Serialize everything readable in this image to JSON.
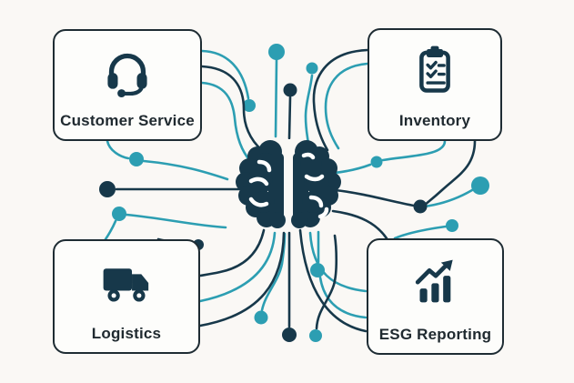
{
  "diagram": {
    "background_color": "#FAF8F5",
    "wire_colors": {
      "teal": "#2C9EB2",
      "navy": "#17384A"
    },
    "box_border_color": "#1E2C33",
    "text_color": "#202A30",
    "center": {
      "icon": "brain-icon",
      "color": "#17384A"
    },
    "nodes": [
      {
        "id": "customer-service",
        "label": "Customer Service",
        "icon": "headset-icon",
        "position": "top-left"
      },
      {
        "id": "inventory",
        "label": "Inventory",
        "icon": "clipboard-checklist-icon",
        "position": "top-right"
      },
      {
        "id": "logistics",
        "label": "Logistics",
        "icon": "delivery-truck-icon",
        "position": "bottom-left"
      },
      {
        "id": "esg-reporting",
        "label": "ESG Reporting",
        "icon": "growth-chart-icon",
        "position": "bottom-right"
      }
    ]
  }
}
